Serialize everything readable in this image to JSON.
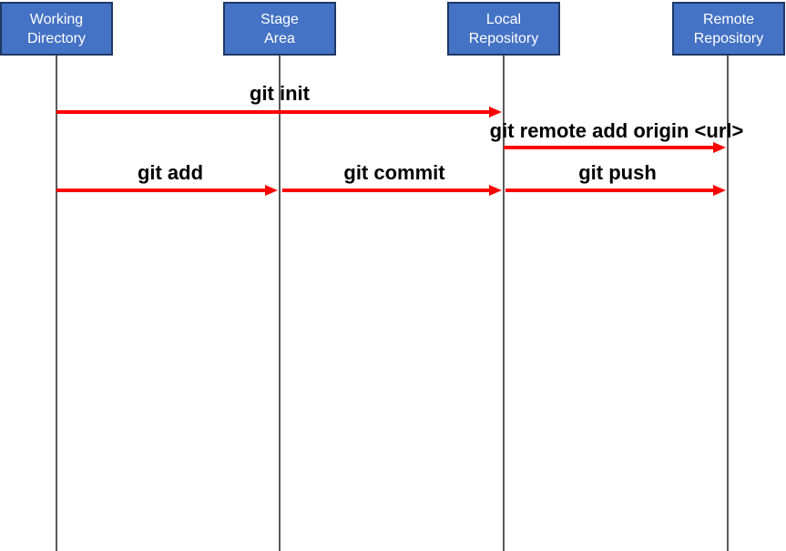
{
  "diagram": {
    "type": "sequence-diagram",
    "background": "#FFFFFF",
    "actors": [
      {
        "id": "working-directory",
        "label": "Working\nDirectory"
      },
      {
        "id": "stage-area",
        "label": "Stage\nArea"
      },
      {
        "id": "local-repository",
        "label": "Local\nRepository"
      },
      {
        "id": "remote-repository",
        "label": "Remote\nRepository"
      }
    ],
    "messages": [
      {
        "label": "git init",
        "from": "Working Directory",
        "to": "Local Repository"
      },
      {
        "label": "git remote add origin <url>",
        "from": "Local Repository",
        "to": "Remote Repository"
      },
      {
        "label": "git add",
        "from": "Working Directory",
        "to": "Stage Area"
      },
      {
        "label": "git commit",
        "from": "Stage Area",
        "to": "Local Repository"
      },
      {
        "label": "git push",
        "from": "Local Repository",
        "to": "Remote Repository"
      }
    ],
    "colors": {
      "actor_fill": "#4472C4",
      "actor_border": "#1F3864",
      "actor_text": "#FFFFFF",
      "arrow": "#FF0000",
      "lifeline": "#595959",
      "message_text": "#000000"
    }
  }
}
